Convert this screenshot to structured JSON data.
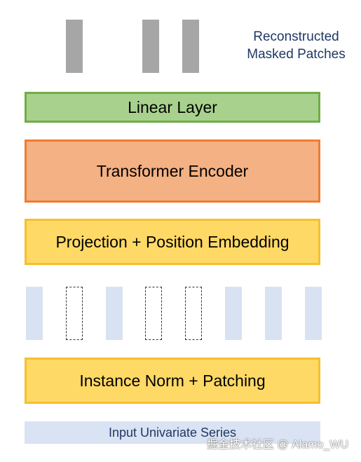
{
  "reconstructed_label": {
    "line1": "Reconstructed",
    "line2": "Masked Patches"
  },
  "layers": {
    "linear": "Linear Layer",
    "transformer": "Transformer Encoder",
    "projection": "Projection + Position Embedding",
    "instance_norm": "Instance Norm + Patching"
  },
  "input_series": "Input Univariate Series",
  "watermark": "掘金技术社区 @ Alamo_WU",
  "patches": [
    {
      "state": "visible"
    },
    {
      "state": "masked"
    },
    {
      "state": "visible"
    },
    {
      "state": "masked"
    },
    {
      "state": "masked"
    },
    {
      "state": "visible"
    },
    {
      "state": "visible"
    },
    {
      "state": "visible"
    }
  ],
  "colors": {
    "linear_fill": "#a9d18e",
    "transformer_fill": "#f4b183",
    "projection_fill": "#ffd966",
    "patch_fill": "#d9e2f2",
    "reconstructed_patch_fill": "#a6a6a6",
    "label_text": "#1f3864"
  }
}
